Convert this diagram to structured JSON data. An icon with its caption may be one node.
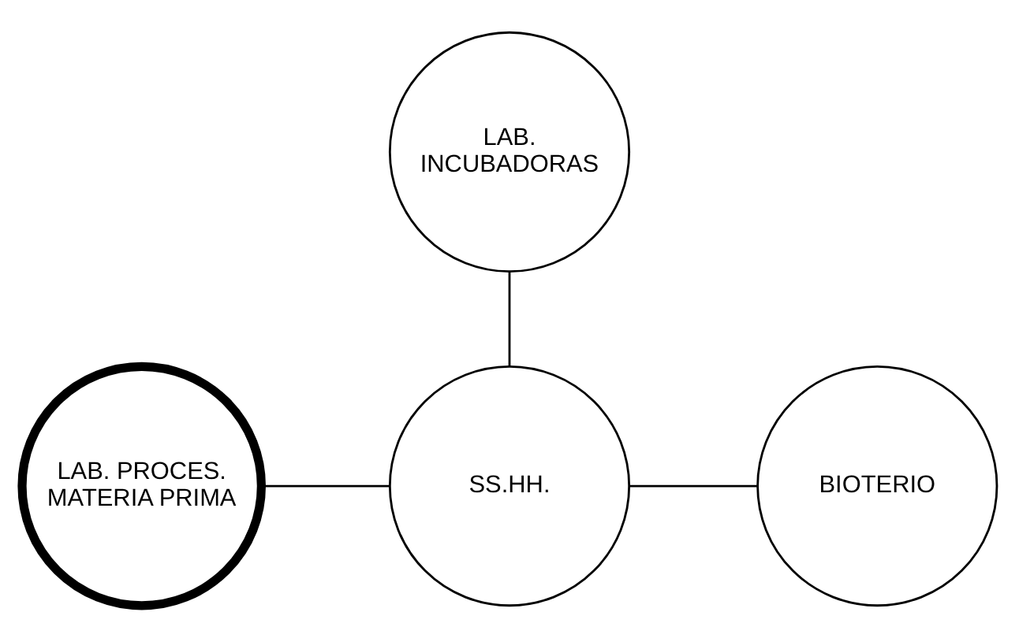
{
  "diagram": {
    "nodes": [
      {
        "text": [
          "LAB. INCUBADORAS"
        ]
      },
      {
        "text": [
          "LAB. PROCES. MATERIA PRIMA"
        ]
      },
      {
        "text": [
          "SS.HH."
        ]
      },
      {
        "text": [
          "BIOTERIO"
        ]
      }
    ],
    "edges": [
      {
        "from": 0,
        "to": 2,
        "arrow": "none"
      },
      {
        "from": 1,
        "to": 2,
        "arrow": "none"
      },
      {
        "from": 2,
        "to": 3,
        "arrow": "none"
      }
    ]
  }
}
